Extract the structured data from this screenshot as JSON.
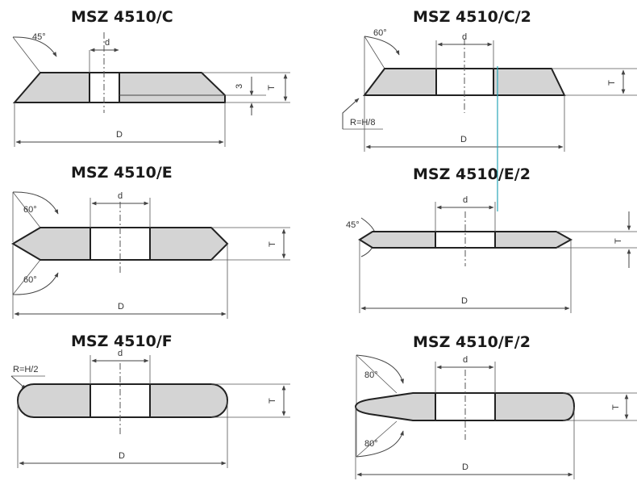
{
  "titles": {
    "c": "MSZ 4510/C",
    "c2": "MSZ 4510/C/2",
    "e": "MSZ 4510/E",
    "e2": "MSZ 4510/E/2",
    "f": "MSZ 4510/F",
    "f2": "MSZ 4510/F/2"
  },
  "labels": {
    "d": "d",
    "D": "D",
    "T": "T",
    "three": "3",
    "angle45": "45°",
    "angle60": "60°",
    "angle80": "80°",
    "radius_h8": "R=H/8",
    "radius_h2": "R=H/2"
  }
}
